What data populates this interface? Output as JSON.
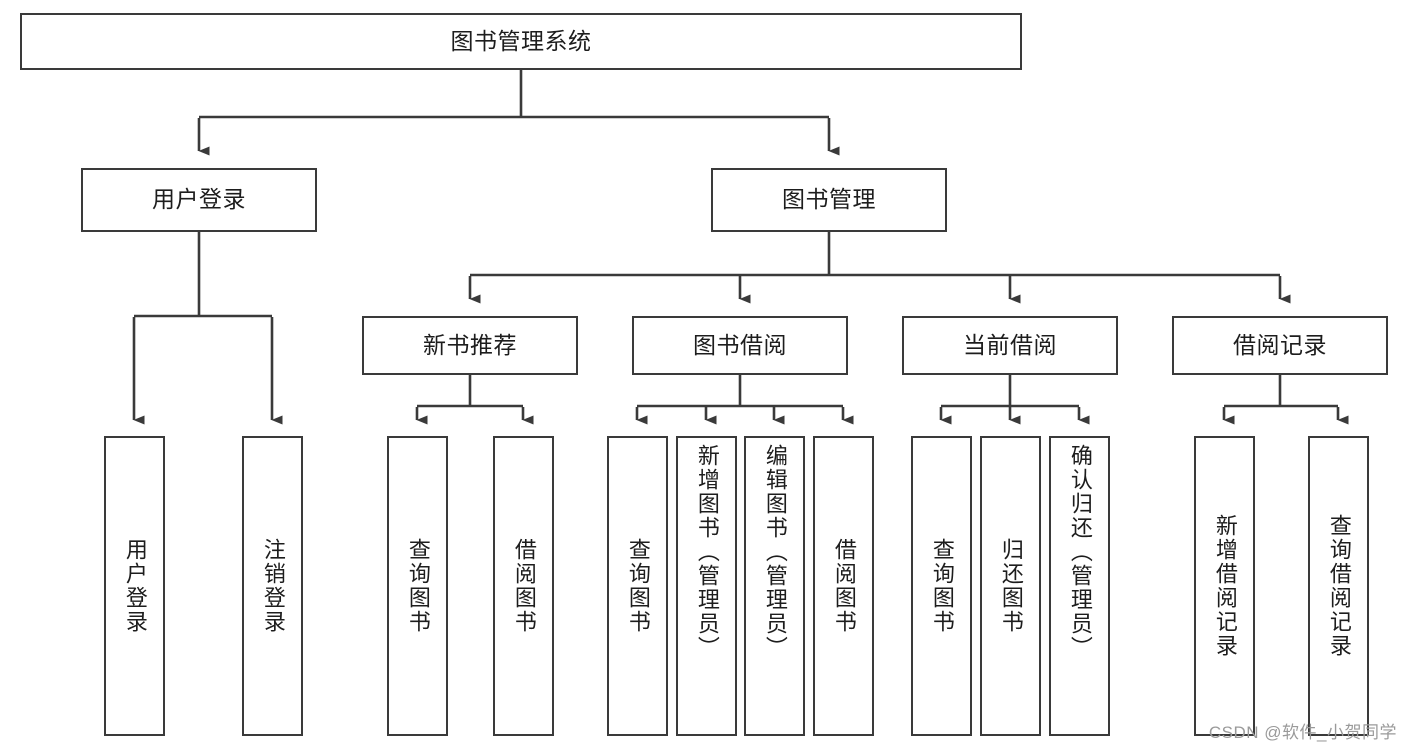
{
  "diagram": {
    "title": "图书管理系统",
    "type": "tree-hierarchy-diagram",
    "watermark": "CSDN @软件_小贺同学",
    "colors": {
      "box_border": "#3a3a3a",
      "box_fill": "#ffffff",
      "connector": "#3a3a3a",
      "text": "#1d1d1d",
      "watermark": "#9a9a9a"
    },
    "nodes": {
      "root": {
        "label": "图书管理系统",
        "level": 1
      },
      "l2": [
        {
          "id": "user-login",
          "label": "用户登录",
          "level": 2
        },
        {
          "id": "book-manage",
          "label": "图书管理",
          "level": 2
        }
      ],
      "l3": [
        {
          "id": "new-book-recommend",
          "label": "新书推荐",
          "level": 3
        },
        {
          "id": "book-borrow",
          "label": "图书借阅",
          "level": 3
        },
        {
          "id": "current-borrow",
          "label": "当前借阅",
          "level": 3
        },
        {
          "id": "borrow-record",
          "label": "借阅记录",
          "level": 3
        }
      ],
      "leaves": {
        "user-login": [
          {
            "id": "leaf-user-login",
            "label": "用户登录"
          },
          {
            "id": "leaf-user-logout",
            "label": "注销登录"
          }
        ],
        "new-book-recommend": [
          {
            "id": "leaf-query-book-1",
            "label": "查询图书"
          },
          {
            "id": "leaf-borrow-book-1",
            "label": "借阅图书"
          }
        ],
        "book-borrow": [
          {
            "id": "leaf-query-book-2",
            "label": "查询图书"
          },
          {
            "id": "leaf-add-book",
            "label": "新增图书（管理员）"
          },
          {
            "id": "leaf-edit-book",
            "label": "编辑图书（管理员）"
          },
          {
            "id": "leaf-borrow-book-2",
            "label": "借阅图书"
          }
        ],
        "current-borrow": [
          {
            "id": "leaf-query-book-3",
            "label": "查询图书"
          },
          {
            "id": "leaf-return-book",
            "label": "归还图书"
          },
          {
            "id": "leaf-confirm-return",
            "label": "确认归还（管理员）"
          }
        ],
        "borrow-record": [
          {
            "id": "leaf-add-record",
            "label": "新增借阅记录"
          },
          {
            "id": "leaf-query-record",
            "label": "查询借阅记录"
          }
        ]
      }
    }
  }
}
